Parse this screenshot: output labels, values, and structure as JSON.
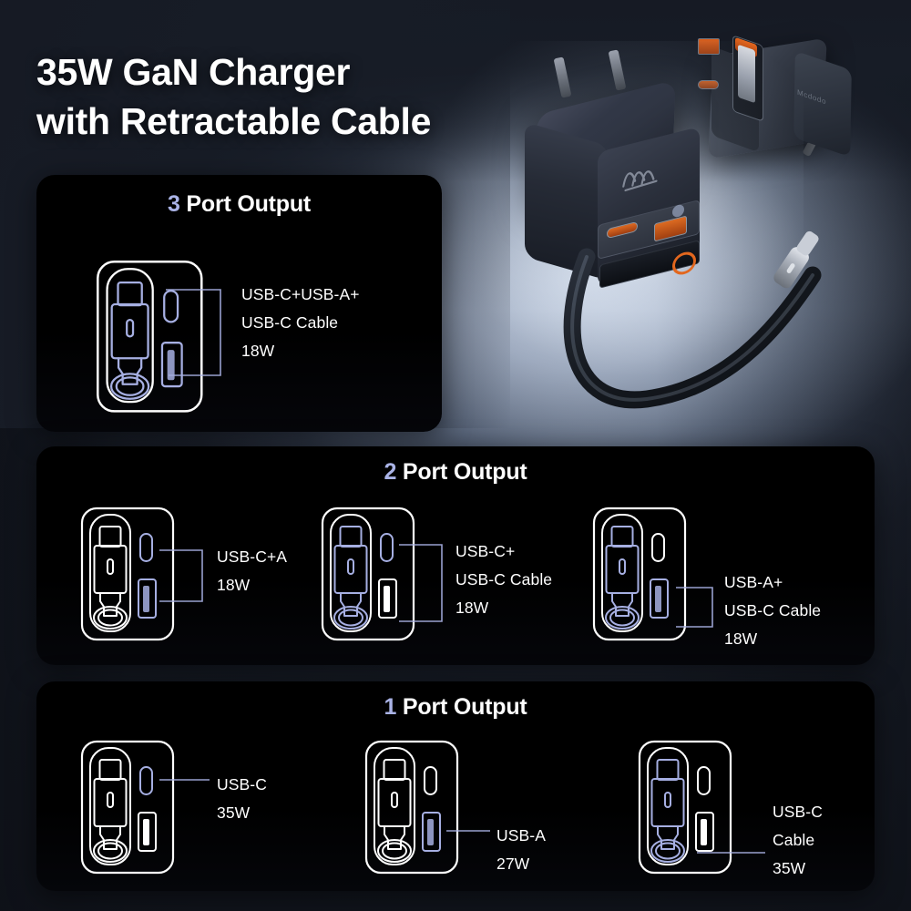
{
  "title": "35W GaN Charger\nwith Retractable Cable",
  "brand": "Mcdodo",
  "colors": {
    "accent_lavender": "#aab3e6",
    "highlight_stroke": "#a6afe2",
    "outline_white": "#ffffff",
    "panel_bg": "#000000",
    "background_dark": "#171c26",
    "port_orange": "#dd6b22"
  },
  "panels": [
    {
      "id": "3-port",
      "title_number": "3",
      "title_rest": " Port Output",
      "diagrams": [
        {
          "label": "USB-C+USB-A+\nUSB-C Cable\n18W",
          "highlight": {
            "cable": true,
            "c_port": true,
            "a_port": true
          },
          "leader": "bracket"
        }
      ]
    },
    {
      "id": "2-port",
      "title_number": "2",
      "title_rest": " Port Output",
      "diagrams": [
        {
          "label": "USB-C+A\n18W",
          "highlight": {
            "cable": false,
            "c_port": true,
            "a_port": true
          },
          "leader": "bracket"
        },
        {
          "label": "USB-C+\nUSB-C Cable\n18W",
          "highlight": {
            "cable": true,
            "c_port": true,
            "a_port": false
          },
          "leader": "bracket"
        },
        {
          "label": "USB-A+\nUSB-C Cable\n18W",
          "highlight": {
            "cable": true,
            "c_port": false,
            "a_port": true
          },
          "leader": "bracket"
        }
      ]
    },
    {
      "id": "1-port",
      "title_number": "1",
      "title_rest": " Port Output",
      "diagrams": [
        {
          "label": "USB-C\n35W",
          "highlight": {
            "cable": false,
            "c_port": true,
            "a_port": false
          },
          "leader": "line"
        },
        {
          "label": "USB-A\n27W",
          "highlight": {
            "cable": false,
            "c_port": false,
            "a_port": true
          },
          "leader": "line"
        },
        {
          "label": "USB-C\nCable\n35W",
          "highlight": {
            "cable": true,
            "c_port": false,
            "a_port": false
          },
          "leader": "line"
        }
      ]
    }
  ]
}
